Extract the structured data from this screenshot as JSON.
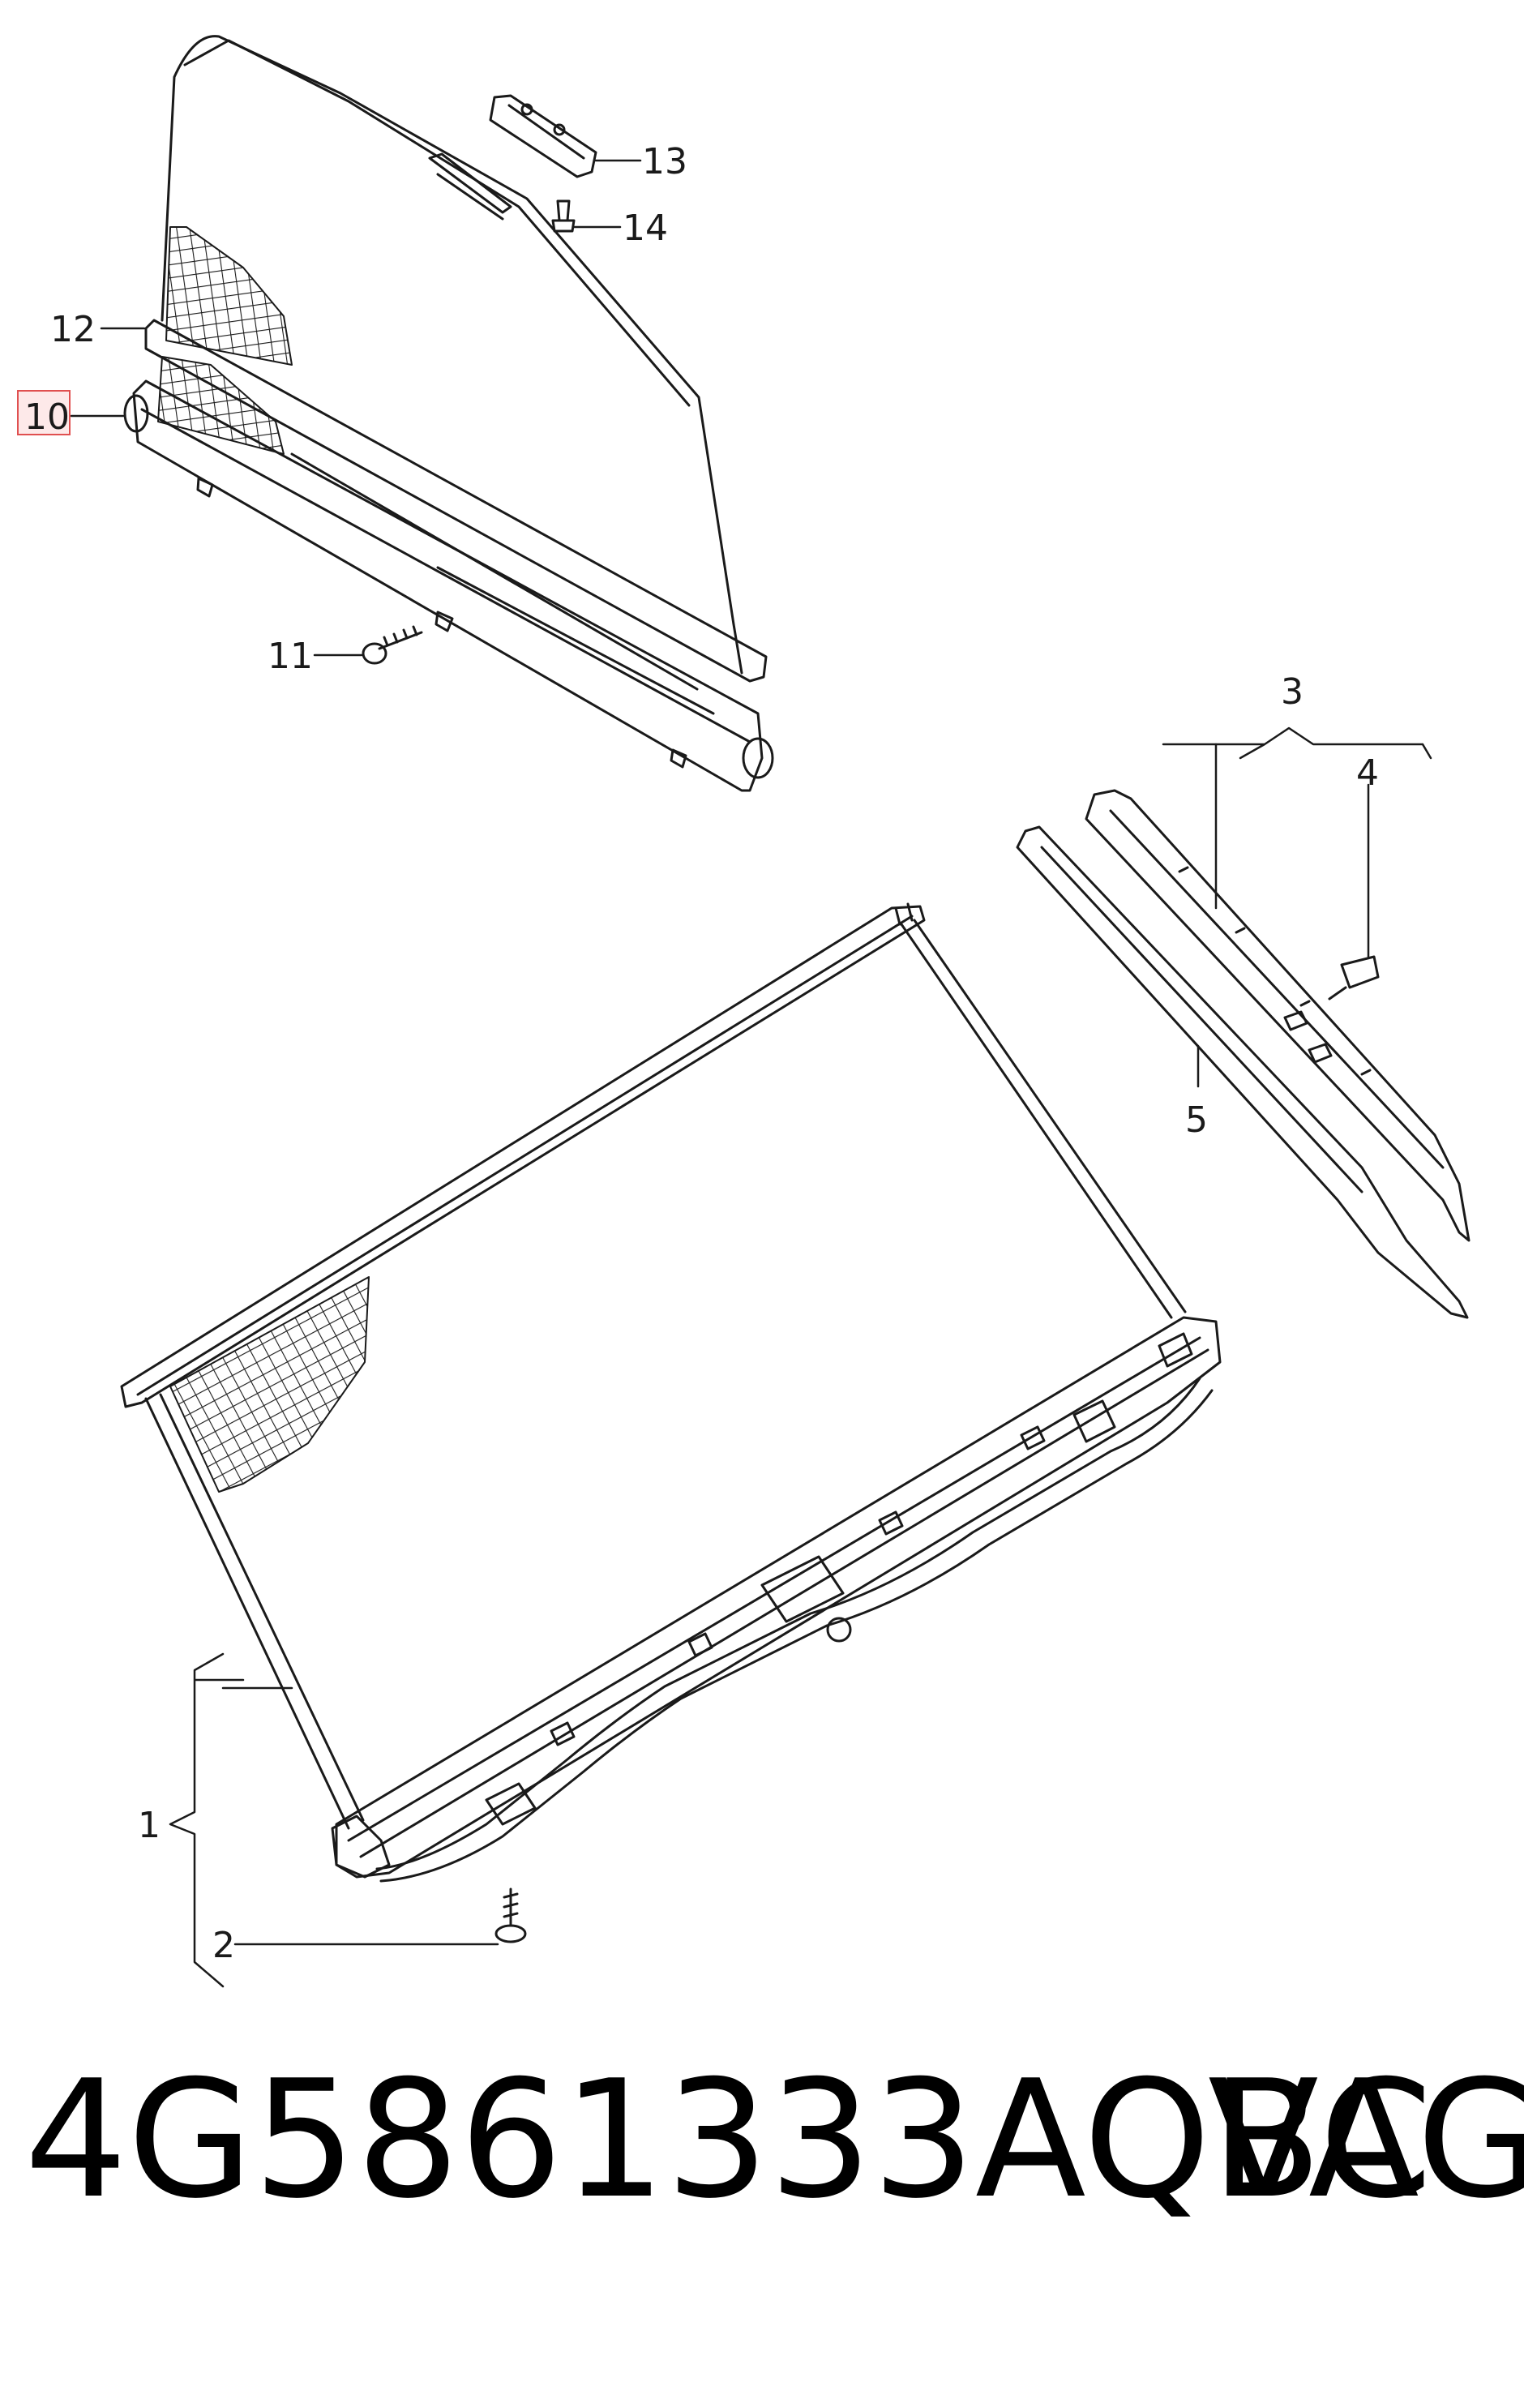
{
  "callouts": {
    "c1": "1",
    "c2": "2",
    "c3": "3",
    "c4": "4",
    "c5": "5",
    "c10": "10",
    "c11": "11",
    "c12": "12",
    "c13": "13",
    "c14": "14"
  },
  "highlighted_callout": "10",
  "colors": {
    "line": "#1a1a1a",
    "highlight_border": "#e05050",
    "highlight_fill": "#fde9e9"
  },
  "footer": {
    "part_number": "4G5861333AQBC",
    "brand": "VAG"
  }
}
